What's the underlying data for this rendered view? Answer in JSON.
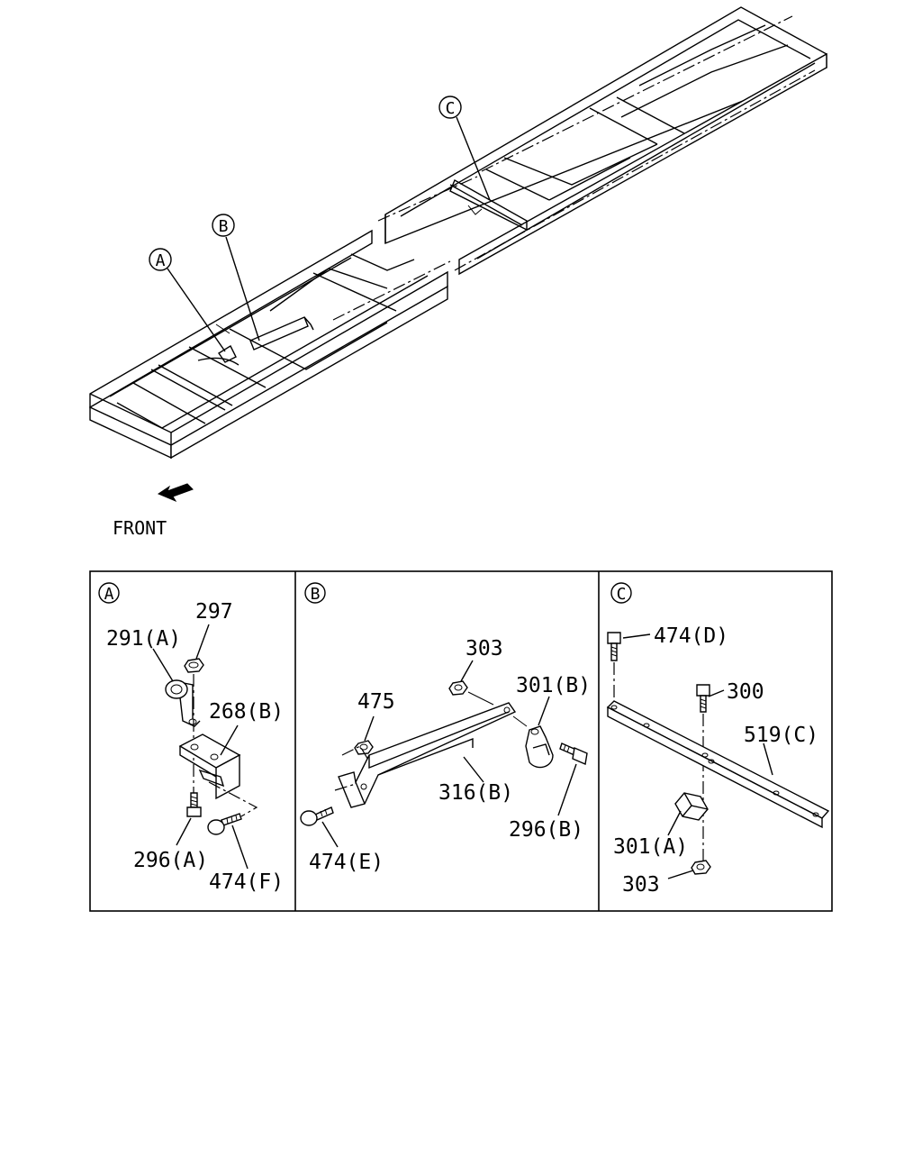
{
  "overview": {
    "markers": {
      "a": "A",
      "b": "B",
      "c": "C"
    },
    "front_label": "FRONT"
  },
  "panels": {
    "a": {
      "marker": "A",
      "labels": {
        "p297": "297",
        "p291a": "291(A)",
        "p268b": "268(B)",
        "p296a": "296(A)",
        "p474f": "474(F)"
      }
    },
    "b": {
      "marker": "B",
      "labels": {
        "p303": "303",
        "p475": "475",
        "p301b": "301(B)",
        "p316b": "316(B)",
        "p296b": "296(B)",
        "p474e": "474(E)"
      }
    },
    "c": {
      "marker": "C",
      "labels": {
        "p474d": "474(D)",
        "p300": "300",
        "p519c": "519(C)",
        "p301a": "301(A)",
        "p303": "303"
      }
    }
  }
}
